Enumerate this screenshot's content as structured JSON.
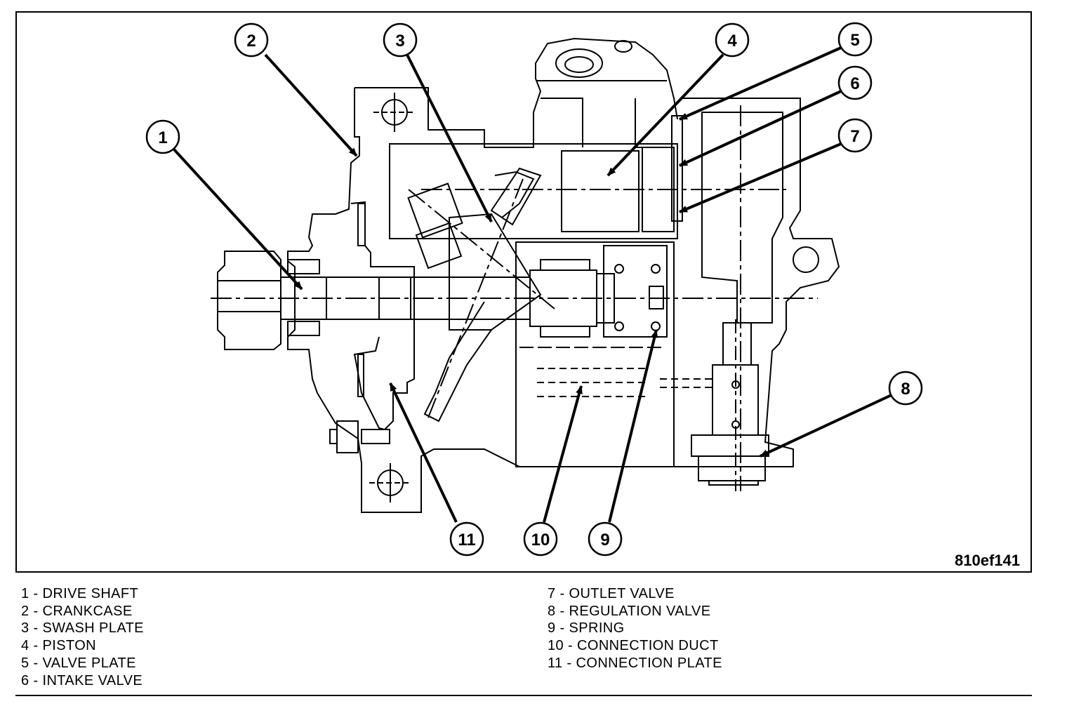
{
  "figure_id": "810ef141",
  "callouts": [
    "1",
    "2",
    "3",
    "4",
    "5",
    "6",
    "7",
    "8",
    "9",
    "10",
    "11"
  ],
  "legend": {
    "left": [
      "1 - DRIVE SHAFT",
      "2 - CRANKCASE",
      "3 - SWASH PLATE",
      "4 - PISTON",
      "5 - VALVE PLATE",
      "6 - INTAKE VALVE"
    ],
    "right": [
      "7 - OUTLET VALVE",
      "8 - REGULATION VALVE",
      "9 - SPRING",
      "10 - CONNECTION DUCT",
      "11 - CONNECTION PLATE"
    ]
  }
}
